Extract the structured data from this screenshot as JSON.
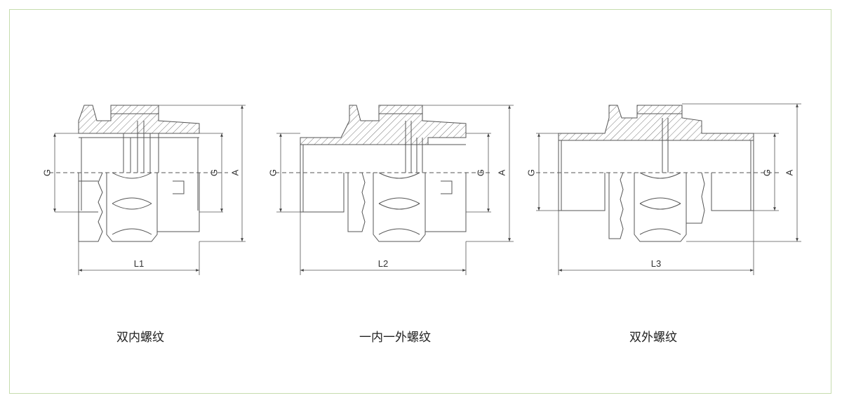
{
  "colors": {
    "frame": "#c6dcae",
    "line": "#555555",
    "hatch": "#777777"
  },
  "fittings": [
    {
      "caption": "双内螺纹",
      "length_label": "L1",
      "thread_label": "G",
      "outer_label": "A"
    },
    {
      "caption": "一内一外螺纹",
      "length_label": "L2",
      "thread_label": "G",
      "outer_label": "A"
    },
    {
      "caption": "双外螺纹",
      "length_label": "L3",
      "thread_label": "G",
      "outer_label": "A"
    }
  ]
}
